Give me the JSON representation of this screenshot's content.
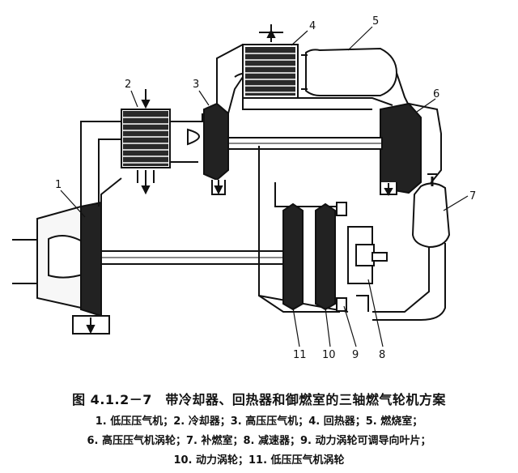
{
  "callouts": {
    "c1": "1",
    "c2": "2",
    "c3": "3",
    "c4": "4",
    "c5": "5",
    "c6": "6",
    "c7": "7",
    "c8": "8",
    "c9": "9",
    "c10": "10",
    "c11": "11"
  },
  "caption": {
    "title": "图 4.1.2－7　带冷却器、回热器和御燃室的三轴燃气轮机方案",
    "line1": "1. 低压压气机；2. 冷却器；3. 高压压气机；4. 回热器；5. 燃烧室；",
    "line2": "6. 高压压气机涡轮；7. 补燃室；8. 减速器；9. 动力涡轮可调导向叶片；",
    "line3": "10. 动力涡轮；11. 低压压气机涡轮"
  }
}
